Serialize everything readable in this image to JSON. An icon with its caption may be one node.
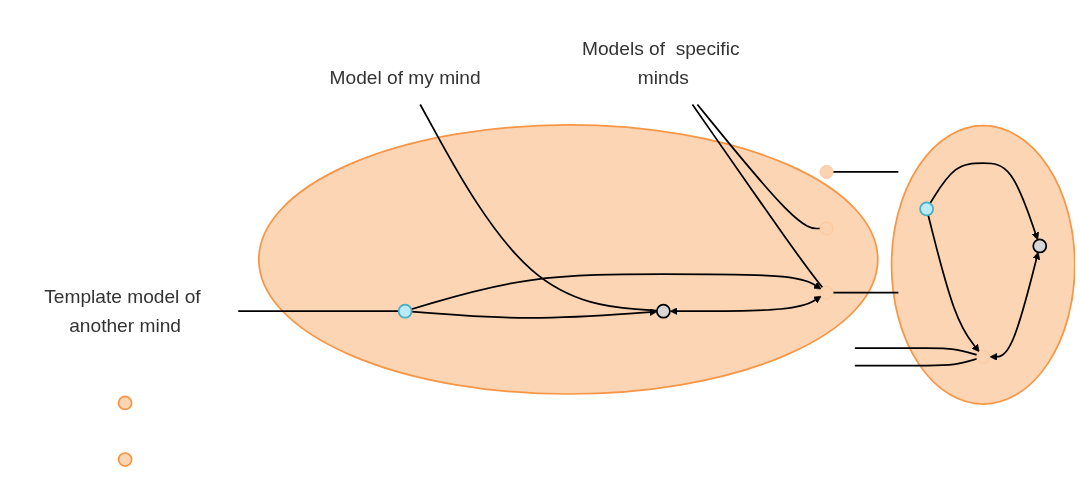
{
  "diagram": {
    "nodes": [
      {
        "text": [
          "Template model of another mind"
        ]
      },
      {
        "text": [],
        "shape": "circle"
      },
      {
        "text": [],
        "shape": "circle",
        "in": 1
      },
      {
        "text": [
          "Model of my mind"
        ]
      },
      {
        "text": [],
        "shape": "circle",
        "in": 1
      },
      {
        "text": [],
        "shape": "circle",
        "in": 1
      },
      {
        "text": [],
        "shape": "circle",
        "in": 1
      },
      {
        "text": [],
        "shape": "circle",
        "in": 1
      },
      {
        "text": [],
        "shape": "circle"
      },
      {
        "text": [],
        "shape": "circle"
      },
      {
        "text": [],
        "shape": "circle"
      },
      {
        "text": [],
        "shape": "circle",
        "in": 10
      },
      {
        "text": [],
        "shape": "circle",
        "in": 10
      },
      {
        "text": [],
        "shape": "circle",
        "in": 10
      },
      {
        "text": [
          "Models of  specific minds"
        ]
      }
    ],
    "edges": [
      {
        "from": 0,
        "to": 2,
        "arrow": "none"
      },
      {
        "from": 3,
        "to": 4,
        "arrow": "none"
      },
      {
        "from": 14,
        "to": 7,
        "arrow": "none"
      },
      {
        "from": 14,
        "to": 6,
        "arrow": "none"
      },
      {
        "from": 2,
        "to": 4,
        "arrow": "to"
      },
      {
        "from": 2,
        "to": 7,
        "arrow": "to"
      },
      {
        "from": 4,
        "to": 7,
        "arrow": "both"
      },
      {
        "from": 11,
        "to": 13,
        "arrow": "to"
      },
      {
        "from": 11,
        "to": 12,
        "arrow": "to"
      },
      {
        "from": 12,
        "to": 13,
        "arrow": "both"
      },
      {
        "from": 1,
        "to": 12,
        "arrow": "none"
      },
      {
        "from": 5,
        "to": 10,
        "arrow": "none"
      },
      {
        "from": 1,
        "to": 12,
        "arrow": "none"
      },
      {
        "from": 7,
        "to": 10,
        "arrow": "none"
      }
    ]
  }
}
